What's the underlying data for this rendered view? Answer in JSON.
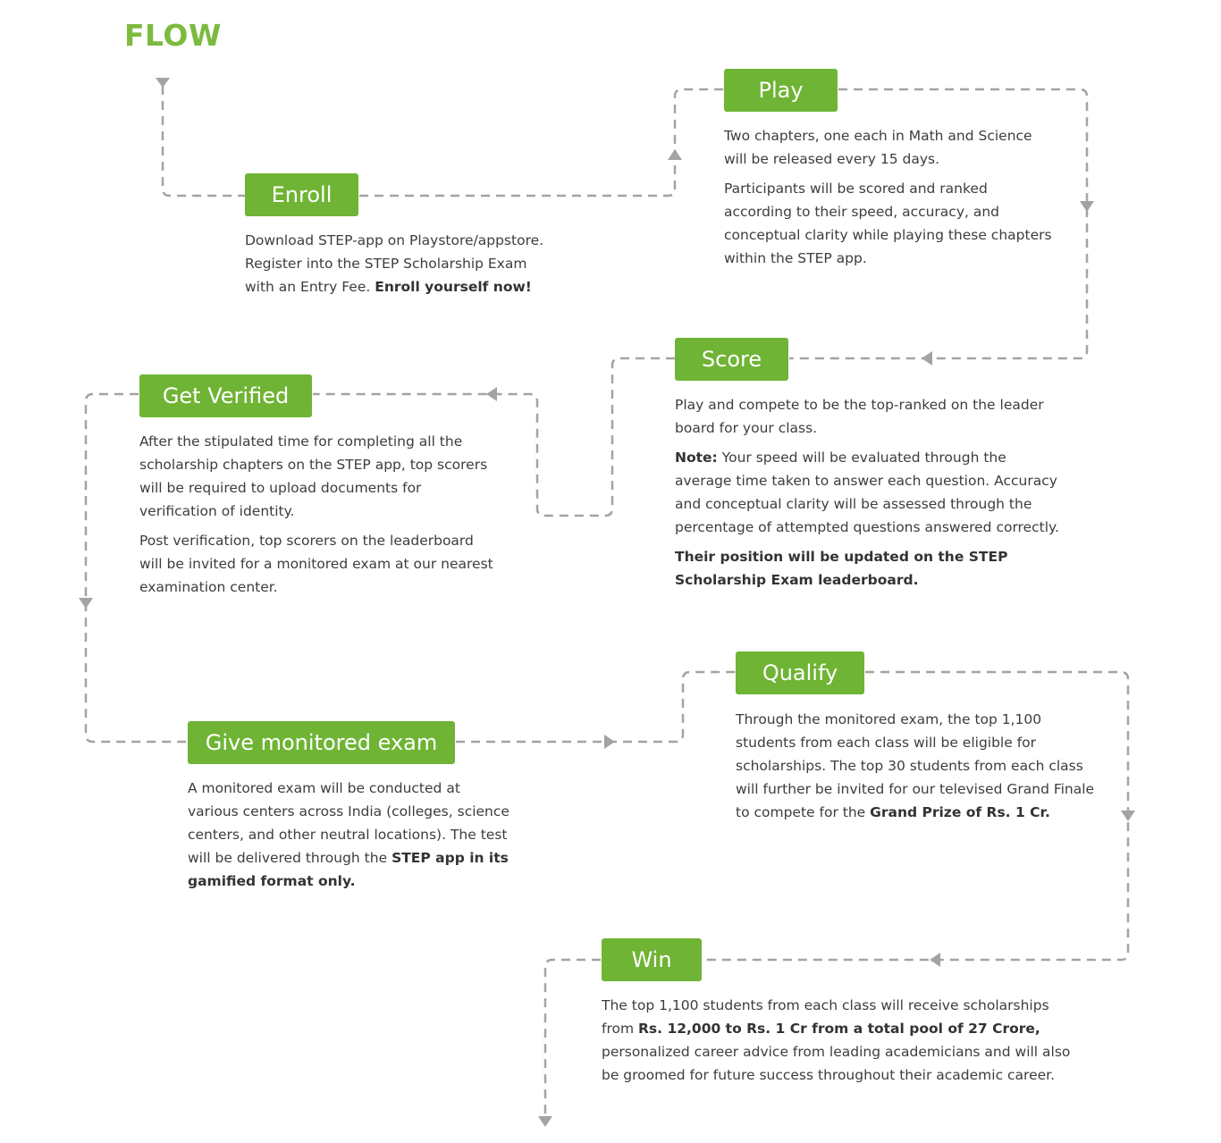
{
  "title": "FLOW",
  "steps": {
    "enroll": {
      "label": "Enroll",
      "p1_text": "Download STEP-app on Playstore/appstore. Register into the STEP Scholarship Exam with an Entry Fee. ",
      "p1_bold": "Enroll yourself now!"
    },
    "play": {
      "label": "Play",
      "p1": "Two chapters, one each in Math and Science will be released every 15 days.",
      "p2": "Participants will be scored and ranked according to their speed, accuracy, and conceptual clarity while playing these chapters within the STEP app."
    },
    "score": {
      "label": "Score",
      "p1": "Play and compete to be the top-ranked on the leader board for your class.",
      "p2_bold": "Note:",
      "p2_text": " Your speed will be evaluated through the average time taken to answer each question. Accuracy and conceptual clarity will be assessed through the percentage of attempted questions answered correctly.",
      "p3_bold": "Their position will be updated on the STEP Scholarship Exam leaderboard."
    },
    "verified": {
      "label": "Get Verified",
      "p1": "After the stipulated time for completing all the scholarship chapters on the STEP app, top scorers will be required to upload documents for verification of identity.",
      "p2": "Post verification, top scorers on the leaderboard will be invited for a monitored exam at our nearest examination center."
    },
    "exam": {
      "label": "Give monitored exam",
      "p1_text": "A monitored exam will be conducted at various centers across India (colleges, science centers, and other neutral locations). The test will be delivered through the ",
      "p1_bold": "STEP app in its gamified format only."
    },
    "qualify": {
      "label": "Qualify",
      "p1_text": "Through the monitored exam, the top 1,100 students from each class will be eligible for scholarships. The top 30 students from each class will further be invited for our televised Grand Finale to compete for the ",
      "p1_bold": "Grand Prize of Rs. 1 Cr."
    },
    "win": {
      "label": "Win",
      "p1_text": "The top 1,100 students from each class will receive scholarships from ",
      "p1_bold": "Rs. 12,000 to Rs. 1 Cr from a total pool of 27 Crore,",
      "p1_text2": " personalized career advice from leading academicians and will also be groomed for future success throughout their academic career."
    }
  },
  "colors": {
    "accent": "#6fb434",
    "title": "#7cbb3f",
    "connector": "#a3a3a3",
    "text": "#3d3d3d"
  },
  "icons": {
    "connector_arrow": "triangle-arrow-icon"
  }
}
